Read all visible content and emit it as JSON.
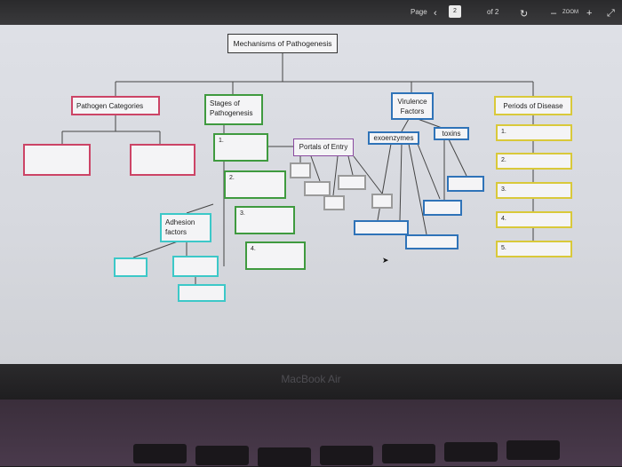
{
  "toolbar": {
    "page_label": "Page",
    "prev_icon": "chevron-left-icon",
    "current_page": "2",
    "of_total": "of 2",
    "rotate_icon": "rotate-icon",
    "zoom_out_icon": "minus-icon",
    "zoom_label": "ZOOM",
    "zoom_in_icon": "plus-icon",
    "expand_icon": "expand-icon"
  },
  "diagram": {
    "title": "Mechanisms of Pathogenesis",
    "pathogen_categories": "Pathogen Categories",
    "stages": "Stages of Pathogenesis",
    "virulence": "Virulence Factors",
    "periods": "Periods of Disease",
    "portals": "Portals of Entry",
    "exoenzymes": "exoenzymes",
    "toxins": "toxins",
    "adhesion": "Adhesion factors",
    "stage_nums": [
      "1.",
      "2.",
      "3.",
      "4."
    ],
    "period_nums": [
      "1.",
      "2.",
      "3.",
      "4.",
      "5."
    ]
  },
  "device": {
    "brand": "MacBook Air"
  },
  "colors": {
    "pink": "#cc4466",
    "green": "#3f9a3f",
    "blue": "#2f73b8",
    "yellow": "#d9c93a",
    "cyan": "#3cc8c8",
    "gray": "#9a9a9a"
  }
}
